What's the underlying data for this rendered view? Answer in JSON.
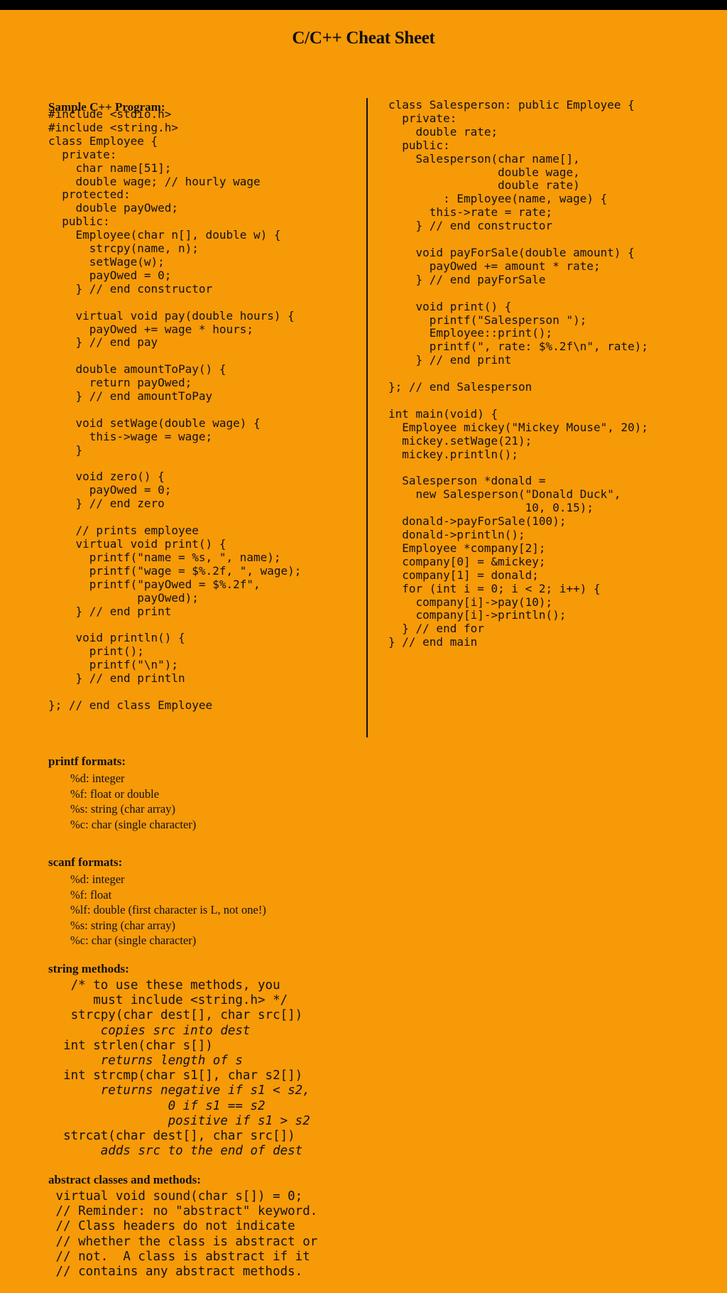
{
  "title": "C/C++ Cheat Sheet",
  "sample_program": {
    "heading": "Sample C++ Program:",
    "left_code": "#include <stdio.h>\n#include <string.h>\nclass Employee {\n  private:\n    char name[51];\n    double wage; // hourly wage\n  protected:\n    double payOwed;\n  public:\n    Employee(char n[], double w) {\n      strcpy(name, n);\n      setWage(w);\n      payOwed = 0;\n    } // end constructor\n\n    virtual void pay(double hours) {\n      payOwed += wage * hours;\n    } // end pay\n\n    double amountToPay() {\n      return payOwed;\n    } // end amountToPay\n\n    void setWage(double wage) {\n      this->wage = wage;\n    }\n\n    void zero() {\n      payOwed = 0;\n    } // end zero\n\n    // prints employee\n    virtual void print() {\n      printf(\"name = %s, \", name);\n      printf(\"wage = $%.2f, \", wage);\n      printf(\"payOwed = $%.2f\",\n             payOwed);\n    } // end print\n\n    void println() {\n      print();\n      printf(\"\\n\");\n    } // end println\n\n}; // end class Employee",
    "right_code": "class Salesperson: public Employee {\n  private:\n    double rate;\n  public:\n    Salesperson(char name[],\n                double wage,\n                double rate)\n        : Employee(name, wage) {\n      this->rate = rate;\n    } // end constructor\n\n    void payForSale(double amount) {\n      payOwed += amount * rate;\n    } // end payForSale\n\n    void print() {\n      printf(\"Salesperson \");\n      Employee::print();\n      printf(\", rate: $%.2f\\n\", rate);\n    } // end print\n\n}; // end Salesperson\n\nint main(void) {\n  Employee mickey(\"Mickey Mouse\", 20);\n  mickey.setWage(21);\n  mickey.println();\n\n  Salesperson *donald =\n    new Salesperson(\"Donald Duck\",\n                    10, 0.15);\n  donald->payForSale(100);\n  donald->println();\n  Employee *company[2];\n  company[0] = &mickey;\n  company[1] = donald;\n  for (int i = 0; i < 2; i++) {\n    company[i]->pay(10);\n    company[i]->println();\n  } // end for\n} // end main"
  },
  "printf_formats": {
    "heading": "printf formats:",
    "items": [
      "%d: integer",
      "%f: float or double",
      "%s: string (char array)",
      "%c: char (single character)"
    ]
  },
  "scanf_formats": {
    "heading": "scanf formats:",
    "items": [
      "%d: integer",
      "%f: float",
      "%lf: double (first character is L, not one!)",
      "%s: string (char array)",
      "%c: char (single character)"
    ]
  },
  "string_methods": {
    "heading": "string methods:",
    "lines": [
      {
        "text": "   /* to use these methods, you",
        "italic": false
      },
      {
        "text": "      must include <string.h> */",
        "italic": false
      },
      {
        "text": "   strcpy(char dest[], char src[])",
        "italic": false
      },
      {
        "text": "       copies src into dest",
        "italic": true
      },
      {
        "text": "  int strlen(char s[])",
        "italic": false
      },
      {
        "text": "       returns length of s",
        "italic": true
      },
      {
        "text": "  int strcmp(char s1[], char s2[])",
        "italic": false
      },
      {
        "text": "       returns negative if s1 < s2,",
        "italic": true
      },
      {
        "text": "                0 if s1 == s2",
        "italic": true
      },
      {
        "text": "                positive if s1 > s2",
        "italic": true
      },
      {
        "text": "  strcat(char dest[], char src[])",
        "italic": false
      },
      {
        "text": "       adds src to the end of dest",
        "italic": true
      }
    ]
  },
  "abstract_classes": {
    "heading": "abstract classes and methods:",
    "code": " virtual void sound(char s[]) = 0;\n // Reminder: no \"abstract\" keyword.\n // Class headers do not indicate\n // whether the class is abstract or\n // not.  A class is abstract if it\n // contains any abstract methods."
  }
}
